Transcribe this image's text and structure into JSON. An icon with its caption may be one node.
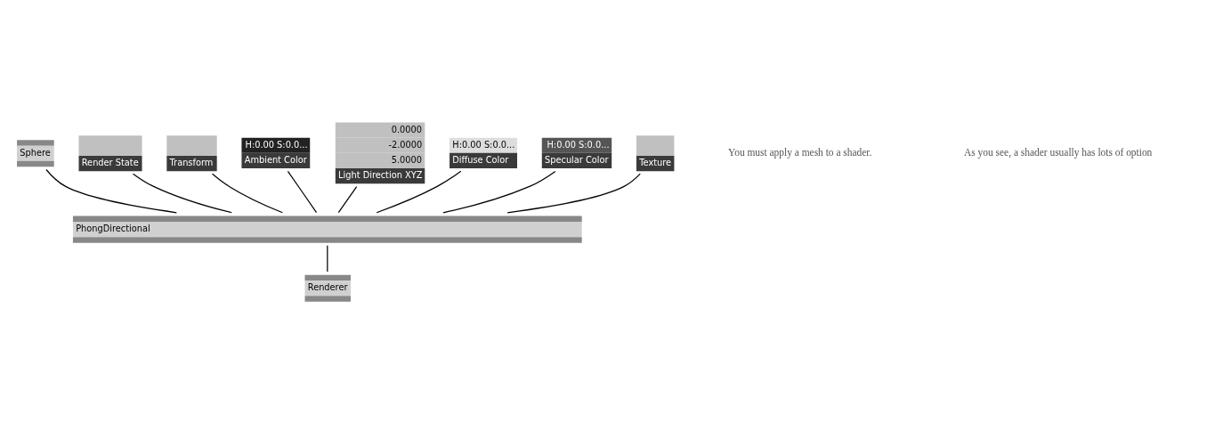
{
  "diagram": {
    "nodes": [
      {
        "text": [
          "Sphere"
        ]
      },
      {
        "text": [
          "Render State"
        ]
      },
      {
        "text": [
          "Transform"
        ]
      },
      {
        "text": [
          "H:0.00 S:0.0...",
          "Ambient Color"
        ]
      },
      {
        "text": [
          "0.0000",
          "-2.0000",
          "5.0000",
          "Light Direction XYZ"
        ]
      },
      {
        "text": [
          "H:0.00 S:0.0...",
          "Diffuse Color"
        ]
      },
      {
        "text": [
          "H:0.00 S:0.0...",
          "Specular Color"
        ]
      },
      {
        "text": [
          "Texture"
        ]
      },
      {
        "text": [
          "PhongDirectional"
        ]
      },
      {
        "text": [
          "Renderer"
        ]
      }
    ],
    "edges": [
      {
        "from": 1,
        "to": 8,
        "arrow": "none"
      },
      {
        "from": 0,
        "to": 8,
        "arrow": "none"
      },
      {
        "from": 2,
        "to": 8,
        "arrow": "none"
      },
      {
        "from": 4,
        "to": 8,
        "arrow": "none"
      },
      {
        "from": 3,
        "to": 8,
        "arrow": "none"
      },
      {
        "from": 5,
        "to": 8,
        "arrow": "none"
      },
      {
        "from": 6,
        "to": 8,
        "arrow": "none"
      },
      {
        "from": 7,
        "to": 8,
        "arrow": "none"
      },
      {
        "from": 8,
        "to": 9,
        "arrow": "none"
      }
    ],
    "labels": [
      "You must apply a mesh to a shader.",
      "As you see, a shader usually has lots of option"
    ]
  }
}
